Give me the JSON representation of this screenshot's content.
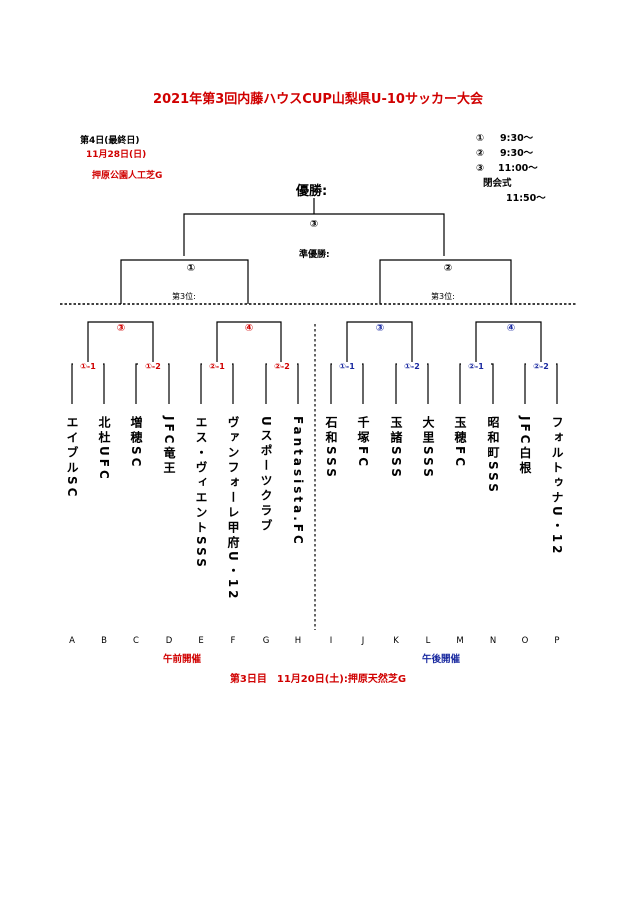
{
  "title": "2021年第3回内藤ハウスCUP山梨県U-10サッカー大会",
  "day4": {
    "label": "第4日(最終日)",
    "date": "11月28日(日)",
    "venue": "押原公園人工芝G"
  },
  "schedule": [
    {
      "mark": "①",
      "time": "9:30～"
    },
    {
      "mark": "②",
      "time": "9:30～"
    },
    {
      "mark": "③",
      "time": "11:00～"
    }
  ],
  "closing": {
    "label": "閉会式",
    "time": "11:50～"
  },
  "champion_label": "優勝:",
  "runner_up_label": "準優勝:",
  "third_label_left": "第3位:",
  "third_label_right": "第3位:",
  "final_mark": "③",
  "semi_left_mark": "①",
  "semi_right_mark": "②",
  "qf": [
    "③",
    "④",
    "③",
    "④"
  ],
  "r1": [
    "①-1",
    "①-2",
    "②-1",
    "②-2",
    "①-1",
    "①-2",
    "②-1",
    "②-2"
  ],
  "teams": [
    {
      "letter": "A",
      "name": "エイブルSC"
    },
    {
      "letter": "B",
      "name": "北杜UFC"
    },
    {
      "letter": "C",
      "name": "増穂SC"
    },
    {
      "letter": "D",
      "name": "JFC竜王"
    },
    {
      "letter": "E",
      "name": "エス・ヴィエントSSS"
    },
    {
      "letter": "F",
      "name": "ヴァンフォーレ甲府U・12"
    },
    {
      "letter": "G",
      "name": "Uスポーツクラブ"
    },
    {
      "letter": "H",
      "name": "Fantasista.FC"
    },
    {
      "letter": "I",
      "name": "石和SSS"
    },
    {
      "letter": "J",
      "name": "千塚FC"
    },
    {
      "letter": "K",
      "name": "玉諸SSS"
    },
    {
      "letter": "L",
      "name": "大里SSS"
    },
    {
      "letter": "M",
      "name": "玉穂FC"
    },
    {
      "letter": "N",
      "name": "昭和町SSS"
    },
    {
      "letter": "O",
      "name": "JFC白根"
    },
    {
      "letter": "P",
      "name": "フォルトゥナU・12"
    }
  ],
  "morning_label": "午前開催",
  "afternoon_label": "午後開催",
  "day3": "第3日目　11月20日(土):押原天然芝G",
  "colors": {
    "red": "#d00000",
    "blue": "#1a2aa0"
  }
}
